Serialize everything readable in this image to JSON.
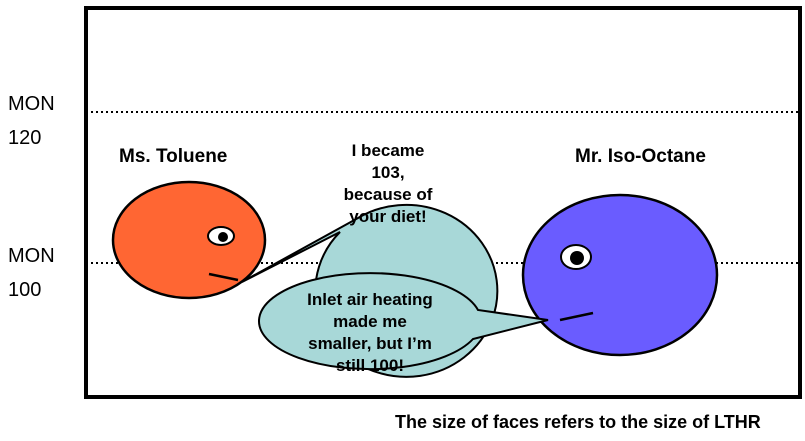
{
  "levels": {
    "upper": {
      "line1": "MON",
      "line2": "120"
    },
    "lower": {
      "line1": "MON",
      "line2": "100"
    }
  },
  "characters": {
    "left": {
      "name": "Ms. Toluene",
      "color": "#ff6633"
    },
    "right": {
      "name": "Mr. Iso-Octane",
      "color": "#6a5cff"
    }
  },
  "bubbles": {
    "left": [
      "I became",
      "103,",
      "because of",
      "your diet!"
    ],
    "right": [
      "Inlet air heating",
      "made me",
      "smaller, but I’m",
      "still 100!"
    ],
    "fill": "#a8d8d8"
  },
  "caption": "The size of faces refers to the size of LTHR"
}
